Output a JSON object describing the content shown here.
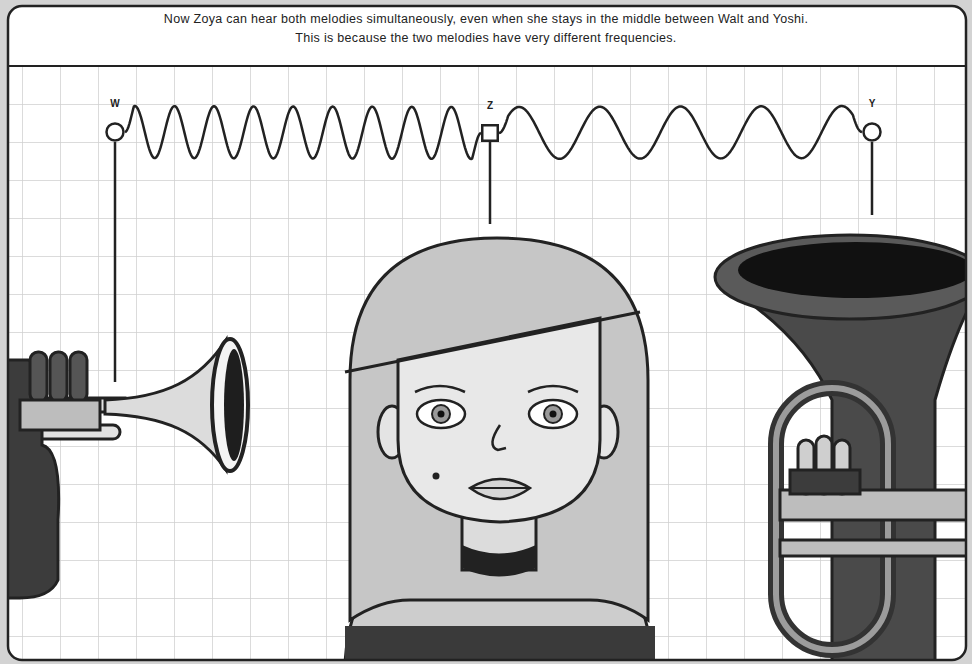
{
  "diagram": {
    "caption": "Now Zoya can hear both melodies simultaneously, even when she stays in the middle between Walt and Yoshi. This is because the two melodies have very different frequencies.",
    "nodes": [
      {
        "text": [
          "W"
        ]
      },
      {
        "text": [
          "Z"
        ]
      },
      {
        "text": [
          "Y"
        ]
      }
    ],
    "edges": [
      {
        "from": 0,
        "to": 1,
        "arrow": "none"
      },
      {
        "from": 1,
        "to": 2,
        "arrow": "none"
      }
    ]
  }
}
